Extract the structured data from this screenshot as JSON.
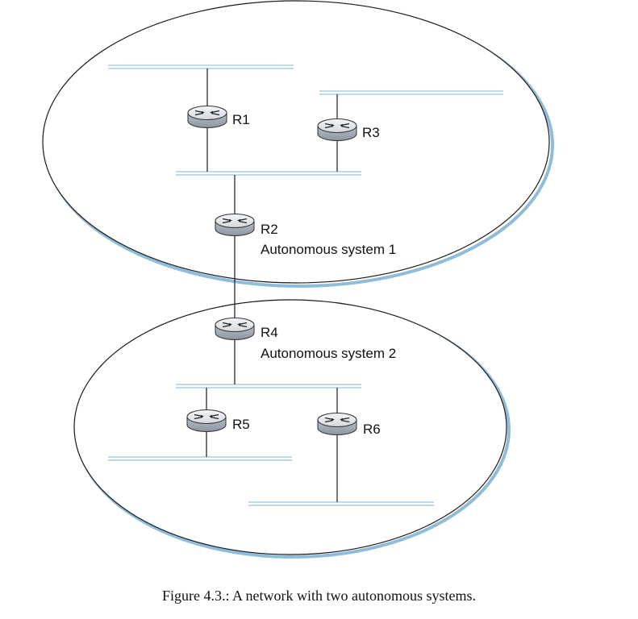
{
  "diagram": {
    "autonomous_systems": [
      {
        "id": "as1",
        "label": "Autonomous system 1"
      },
      {
        "id": "as2",
        "label": "Autonomous system 2"
      }
    ],
    "routers": [
      {
        "id": "r1",
        "label": "R1",
        "system": "as1"
      },
      {
        "id": "r2",
        "label": "R2",
        "system": "as1"
      },
      {
        "id": "r3",
        "label": "R3",
        "system": "as1"
      },
      {
        "id": "r4",
        "label": "R4",
        "system": "as2"
      },
      {
        "id": "r5",
        "label": "R5",
        "system": "as2"
      },
      {
        "id": "r6",
        "label": "R6",
        "system": "as2"
      }
    ],
    "links": [
      [
        "r2",
        "r4"
      ]
    ],
    "colors": {
      "network_segment": "#a9cfe4",
      "system_shadow": "#8fbcd9",
      "outline": "#1a1a1a",
      "router_body": "#c8ced6"
    }
  },
  "caption": "Figure 4.3.: A network with two autonomous systems."
}
